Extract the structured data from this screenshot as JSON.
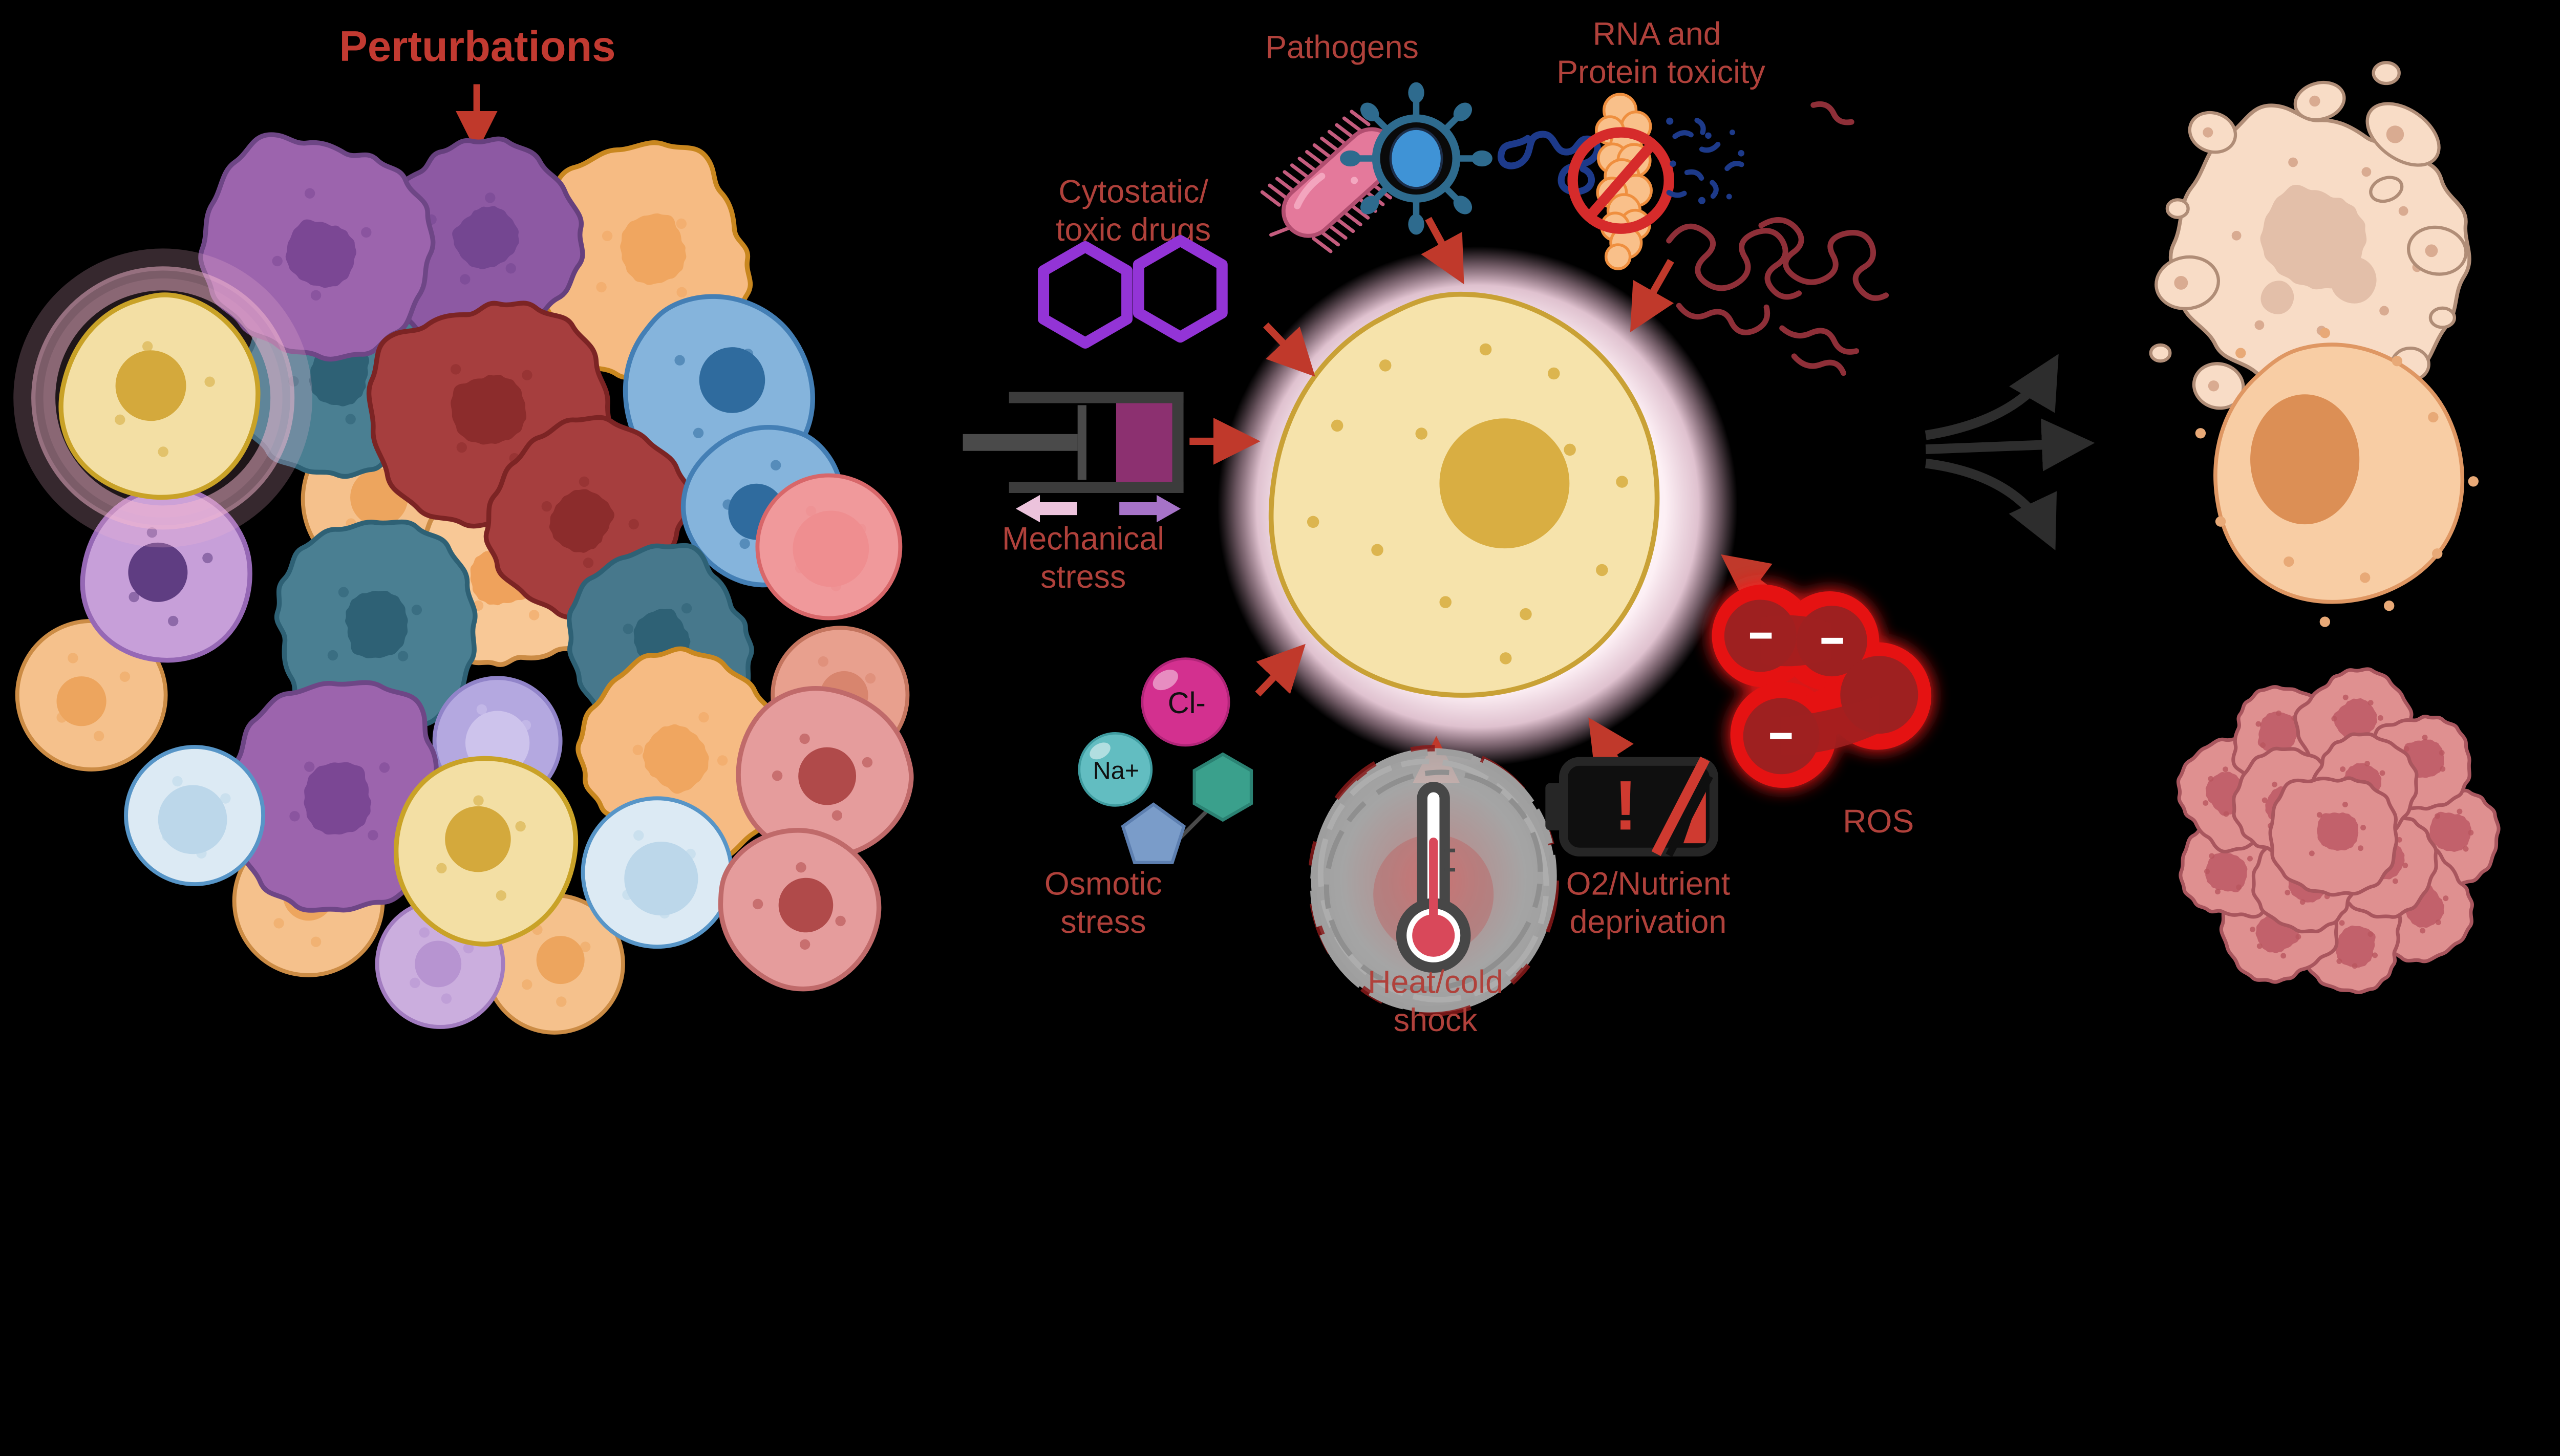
{
  "figure": {
    "background": "#000000",
    "description": "Cell stress perturbations schematic"
  },
  "title": {
    "text": "Perturbations",
    "color": "#c23a31"
  },
  "stressors": {
    "pathogens": {
      "label": "Pathogens",
      "icons": [
        "bacterium-icon",
        "virus-icon"
      ]
    },
    "rna_protein": {
      "line1": "RNA and",
      "line2": "Protein toxicity",
      "icons": [
        "rna-strand-icon",
        "blocked-protein-icon",
        "rna-fragments-icon",
        "protein-aggregates-icon"
      ]
    },
    "cytostatic": {
      "line1": "Cytostatic/",
      "line2": "toxic drugs",
      "icons": [
        "drug-hexagons-icon"
      ]
    },
    "mechanical": {
      "line1": "Mechanical",
      "line2": "stress",
      "icons": [
        "piston-icon",
        "compression-arrows-icon"
      ]
    },
    "osmotic": {
      "line1": "Osmotic",
      "line2": "stress",
      "ion_cl": "Cl-",
      "ion_na": "Na+",
      "icons": [
        "chloride-ion-icon",
        "sodium-ion-icon",
        "sugar-molecule-icon"
      ]
    },
    "heat_cold": {
      "line1": "Heat/cold",
      "line2": "shock",
      "icons": [
        "thermometer-icon",
        "heat-halo-icon"
      ]
    },
    "o2_nutrient": {
      "line1": "O2/Nutrient",
      "line2": "deprivation",
      "alert": "!",
      "icons": [
        "low-battery-icon"
      ]
    },
    "ros": {
      "label": "ROS",
      "icons": [
        "ros-molecules-icon"
      ]
    }
  },
  "central_cell": {
    "body_color": "#f6e3ab",
    "nucleus_color": "#d9ae42",
    "glow_color": "#f5cfe0"
  },
  "arrows": {
    "inward_color": "#c0392b",
    "inward_count": 8,
    "fate_color": "#2d2d2d",
    "fate_count": 3
  },
  "labels_color": "#b0413b",
  "outcomes": [
    {
      "name": "fragmented-dying-cell"
    },
    {
      "name": "intact-surviving-cell"
    },
    {
      "name": "proliferating-cell-cluster"
    }
  ]
}
